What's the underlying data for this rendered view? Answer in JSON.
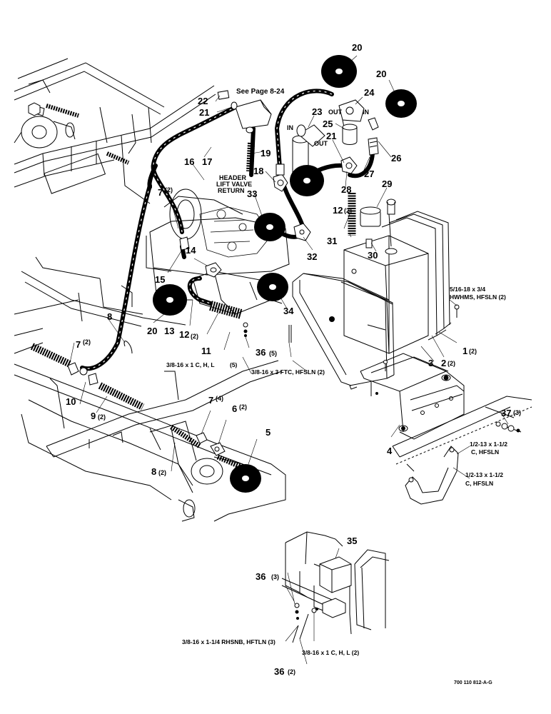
{
  "callouts": [
    {
      "num": "20",
      "qty": ""
    },
    {
      "num": "20",
      "qty": ""
    },
    {
      "num": "22",
      "qty": ""
    },
    {
      "num": "21",
      "qty": ""
    },
    {
      "num": "24",
      "qty": ""
    },
    {
      "num": "23",
      "qty": ""
    },
    {
      "num": "25",
      "qty": ""
    },
    {
      "num": "17",
      "qty": ""
    },
    {
      "num": "16",
      "qty": ""
    },
    {
      "num": "19",
      "qty": ""
    },
    {
      "num": "21",
      "qty": ""
    },
    {
      "num": "26",
      "qty": ""
    },
    {
      "num": "18",
      "qty": ""
    },
    {
      "num": "27",
      "qty": ""
    },
    {
      "num": "28",
      "qty": ""
    },
    {
      "num": "29",
      "qty": ""
    },
    {
      "num": "7",
      "qty": "(2)"
    },
    {
      "num": "33",
      "qty": ""
    },
    {
      "num": "12",
      "qty": "(2)"
    },
    {
      "num": "31",
      "qty": ""
    },
    {
      "num": "30",
      "qty": ""
    },
    {
      "num": "14",
      "qty": ""
    },
    {
      "num": "32",
      "qty": ""
    },
    {
      "num": "15",
      "qty": ""
    },
    {
      "num": "34",
      "qty": ""
    },
    {
      "num": "1",
      "qty": "(2)"
    },
    {
      "num": "2",
      "qty": "(2)"
    },
    {
      "num": "3",
      "qty": ""
    },
    {
      "num": "8",
      "qty": ""
    },
    {
      "num": "20",
      "qty": ""
    },
    {
      "num": "13",
      "qty": ""
    },
    {
      "num": "12",
      "qty": "(2)"
    },
    {
      "num": "11",
      "qty": ""
    },
    {
      "num": "7",
      "qty": "(2)"
    },
    {
      "num": "36",
      "qty": "(5)"
    },
    {
      "num": "10",
      "qty": ""
    },
    {
      "num": "9",
      "qty": "(2)"
    },
    {
      "num": "7",
      "qty": "(4)"
    },
    {
      "num": "6",
      "qty": "(2)"
    },
    {
      "num": "4",
      "qty": ""
    },
    {
      "num": "37",
      "qty": "(3)"
    },
    {
      "num": "8",
      "qty": "(2)"
    },
    {
      "num": "5",
      "qty": ""
    },
    {
      "num": "35",
      "qty": ""
    },
    {
      "num": "36",
      "qty": "(3)"
    },
    {
      "num": "36",
      "qty": "(2)"
    }
  ],
  "labels": {
    "out_left": "OUT",
    "in_right": "IN",
    "in_filter": "IN",
    "out_filter": "OUT",
    "header_line1": "HEADER",
    "header_line2": "LIFT VALVE",
    "header_line3": "RETURN"
  },
  "notes": {
    "see_page": "See Page 8-24",
    "bolt_516_line1": "5/16-18 x 3/4",
    "bolt_516_line2": "HWHMS, HFSLN (2)",
    "bolt_38_1c": "3/8-16 x 1 C, H, L",
    "bolt_38_1c_qty": "(5)",
    "bolt_38_3ftc": "3/8-16 x 3 FTC, HFSLN (2)",
    "bolt_12_a_line1": "1/2-13 x 1-1/2",
    "bolt_12_a_line2": "C, HFSLN",
    "bolt_12_b_line1": "1/2-13 x 1-1/2",
    "bolt_12_b_line2": "C, HFSLN",
    "bolt_38_rhsnb": "3/8-16 x 1-1/4 RHSNB, HFTLN (3)",
    "bolt_38_1c_b": "3/8-16 x 1 C, H, L (2)",
    "drawing_number": "700 110 812-A-G"
  }
}
